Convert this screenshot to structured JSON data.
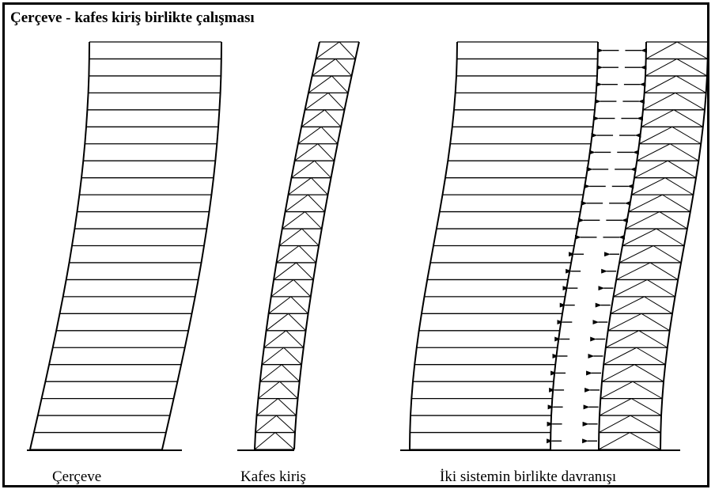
{
  "title": "Çerçeve - kafes kiriş birlikte çalışması",
  "captions": {
    "frame": "Çerçeve",
    "truss": "Kafes kiriş",
    "combined": "İki sistemin birlikte davranışı"
  },
  "stories": 24
}
